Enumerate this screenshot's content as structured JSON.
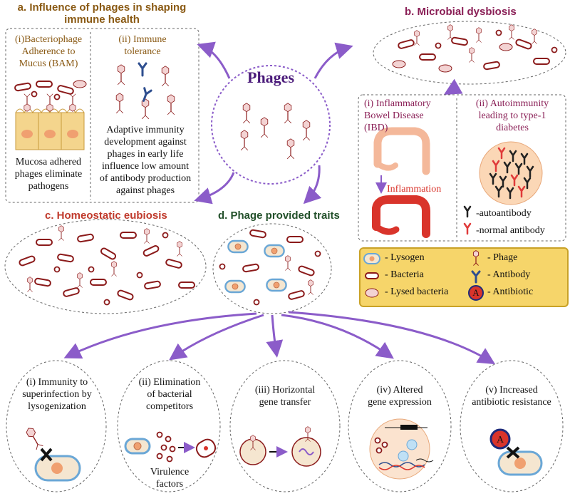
{
  "panel_a": {
    "title_line1": "a. Influence of phages in shaping",
    "title_line2": "immune health",
    "bam_line1": "(i)Bacteriophage",
    "bam_line2": "Adherence to",
    "bam_line3": "Mucus (BAM)",
    "tol_line1": "(ii) Immune",
    "tol_line2": "tolerance",
    "bam_caption_line1": "Mucosa adhered",
    "bam_caption_line2": "phages eliminate",
    "bam_caption_line3": "pathogens",
    "tol_caption_line1": "Adaptive immunity",
    "tol_caption_line2": "development against",
    "tol_caption_line3": "phages in early life",
    "tol_caption_line4": "influence low amount",
    "tol_caption_line5": "of antibody production",
    "tol_caption_line6": "against phages"
  },
  "center": {
    "label": "Phages"
  },
  "panel_b": {
    "title": "b. Microbial dysbiosis",
    "ibd_line1": "(i) Inflammatory",
    "ibd_line2": "Bowel Disease",
    "ibd_line3": "(IBD)",
    "inflammation": "Inflammation",
    "auto_line1": "(ii) Autoimmunity",
    "auto_line2": "leading to type-1",
    "auto_line3": "diabetes",
    "autoantibody": "-autoantibody",
    "normal_antibody": "-normal antibody"
  },
  "panel_c": {
    "title": "c. Homeostatic eubiosis"
  },
  "panel_d": {
    "title": "d. Phage provided traits",
    "t1_line1": "(i) Immunity to",
    "t1_line2": "superinfection by",
    "t1_line3": "lysogenization",
    "t2_line1": "(ii) Elimination",
    "t2_line2": "of bacterial",
    "t2_line3": "competitors",
    "virulence_line1": "Virulence",
    "virulence_line2": "factors",
    "t3_line1": "(iii) Horizontal",
    "t3_line2": "gene transfer",
    "t4_line1": "(iv) Altered",
    "t4_line2": "gene expression",
    "t5_line1": "(v) Increased",
    "t5_line2": "antibiotic resistance"
  },
  "legend": {
    "lysogen": "- Lysogen",
    "bacteria": "- Bacteria",
    "lysed": "- Lysed bacteria",
    "phage": "- Phage",
    "antibody": "- Antibody",
    "antibiotic": "- Antibiotic",
    "antibiotic_symbol": "A"
  },
  "colors": {
    "arrow": "#8b5cc9",
    "bacteria": "#8b1a1a",
    "phage_head": "#f3d3d3",
    "lysogen_ring": "#6aa7d6",
    "antibody": "#2e4e8f",
    "legend_bg": "#f6d56a"
  }
}
